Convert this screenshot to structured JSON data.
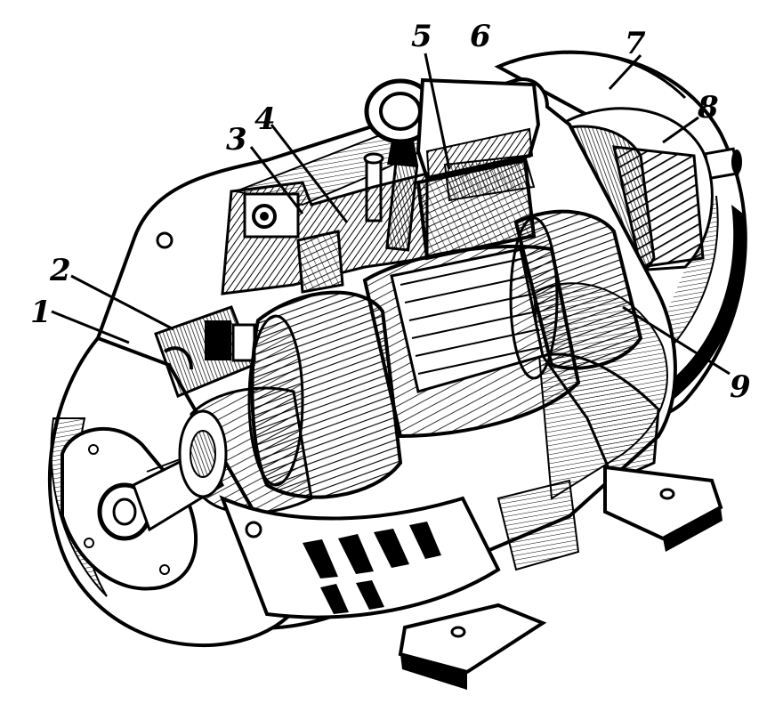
{
  "diagram": {
    "subject": "cutaway-electric-machine",
    "ink_color": "#000000",
    "paper_color": "#ffffff",
    "callouts": [
      {
        "id": "1",
        "label": "1"
      },
      {
        "id": "2",
        "label": "2"
      },
      {
        "id": "3",
        "label": "3"
      },
      {
        "id": "4",
        "label": "4"
      },
      {
        "id": "5",
        "label": "5"
      },
      {
        "id": "6",
        "label": "6"
      },
      {
        "id": "7",
        "label": "7"
      },
      {
        "id": "8",
        "label": "8"
      },
      {
        "id": "9",
        "label": "9"
      }
    ]
  }
}
